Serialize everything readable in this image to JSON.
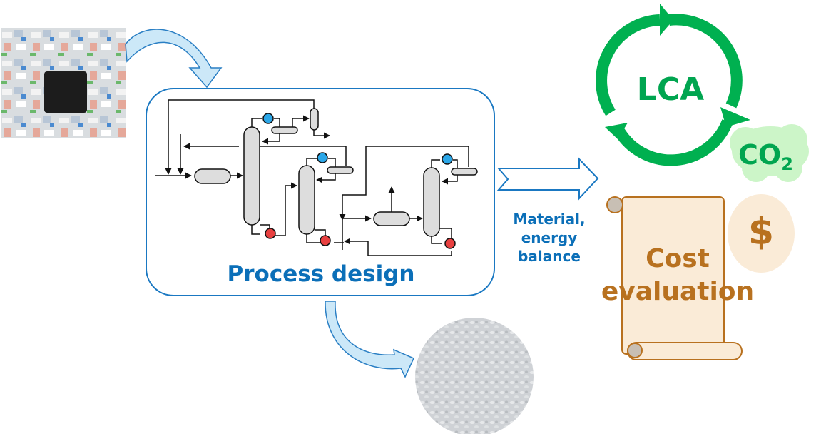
{
  "diagram": {
    "inputs": {
      "waste_image": "plastic-waste-photo",
      "product_image": "recycled-pellets-photo"
    },
    "process": {
      "title": "Process design"
    },
    "balance_label": {
      "line1": "Material,",
      "line2": "energy",
      "line3": "balance"
    },
    "lca": {
      "label": "LCA",
      "emission_main": "CO",
      "emission_sub": "2"
    },
    "cost": {
      "line1": "Cost",
      "line2": "evaluation",
      "currency_symbol": "$"
    },
    "colors": {
      "blue": "#0b6fb8",
      "green": "#00a550",
      "light_green": "#ccf5c8",
      "brown": "#b8711f",
      "scroll_fill": "#faebd7",
      "arrow_fill": "#cce8f8"
    }
  }
}
